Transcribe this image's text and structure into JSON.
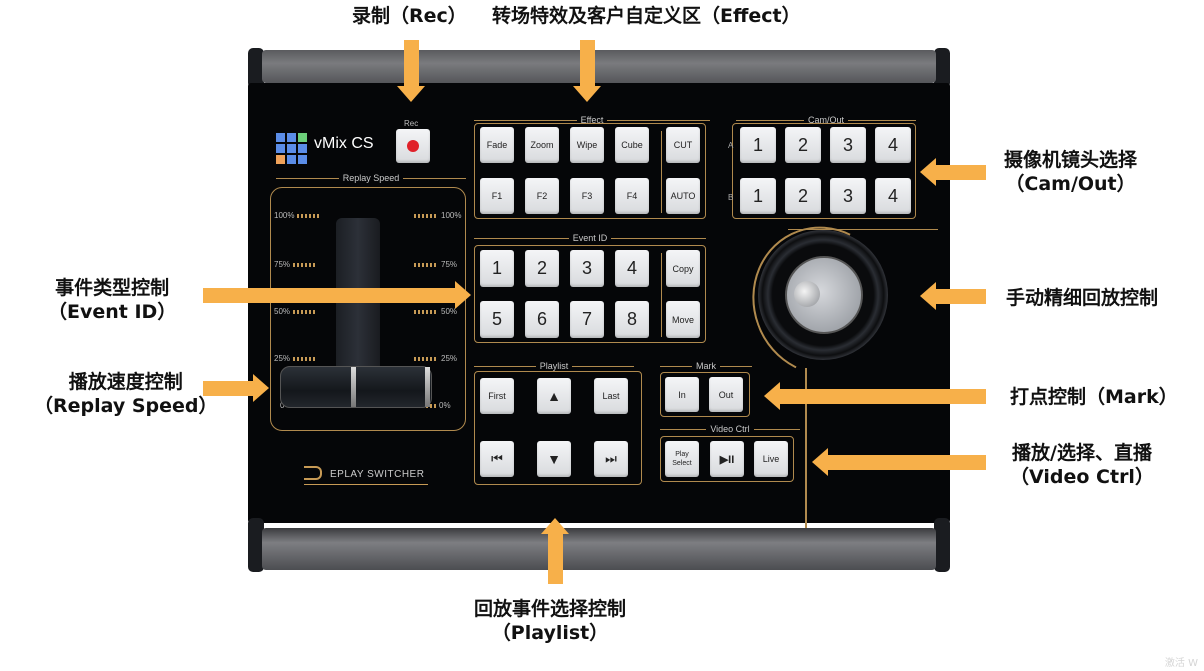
{
  "callouts": {
    "rec": "录制（Rec）",
    "effect": "转场特效及客户自定义区（Effect）",
    "cam_out_cn": "摄像机镜头选择",
    "cam_out_en": "（Cam/Out）",
    "jog": "手动精细回放控制",
    "event_id_cn": "事件类型控制",
    "event_id_en": "（Event ID）",
    "replay_speed_cn": "播放速度控制",
    "replay_speed_en": "（Replay Speed）",
    "mark": "打点控制（Mark）",
    "video_ctrl_cn": "播放/选择、直播",
    "video_ctrl_en": "（Video Ctrl）",
    "playlist_cn": "回放事件选择控制",
    "playlist_en": "（Playlist）"
  },
  "arrow_color": "#f7b04a",
  "device": {
    "logo_text": "vMix CS",
    "rec_label": "Rec",
    "brand": "EPLAY SWITCHER",
    "replay_speed": {
      "title": "Replay Speed",
      "left_labels": [
        "100%",
        "75%",
        "50%",
        "25%",
        "0"
      ],
      "right_labels": [
        "100%",
        "75%",
        "50%",
        "25%",
        "0%"
      ]
    },
    "effect": {
      "title": "Effect",
      "row1": [
        "Fade",
        "Zoom",
        "Wipe",
        "Cube",
        "CUT"
      ],
      "row2": [
        "F1",
        "F2",
        "F3",
        "F4",
        "AUTO"
      ]
    },
    "cam_out": {
      "title": "Cam/Out",
      "row_a_label": "A",
      "row_b_label": "B",
      "row_a": [
        "1",
        "2",
        "3",
        "4"
      ],
      "row_b": [
        "1",
        "2",
        "3",
        "4"
      ]
    },
    "event_id": {
      "title": "Event ID",
      "row1": [
        "1",
        "2",
        "3",
        "4",
        "Copy"
      ],
      "row2": [
        "5",
        "6",
        "7",
        "8",
        "Move"
      ]
    },
    "playlist": {
      "title": "Playlist",
      "row1": [
        "First",
        "▲",
        "Last"
      ],
      "row2": [
        "⏮",
        "▼",
        "⏭"
      ]
    },
    "mark": {
      "title": "Mark",
      "buttons": [
        "In",
        "Out"
      ]
    },
    "video_ctrl": {
      "title": "Video Ctrl",
      "buttons": [
        "Play Select",
        "▶II",
        "Live"
      ]
    }
  },
  "watermark": "激活 W"
}
